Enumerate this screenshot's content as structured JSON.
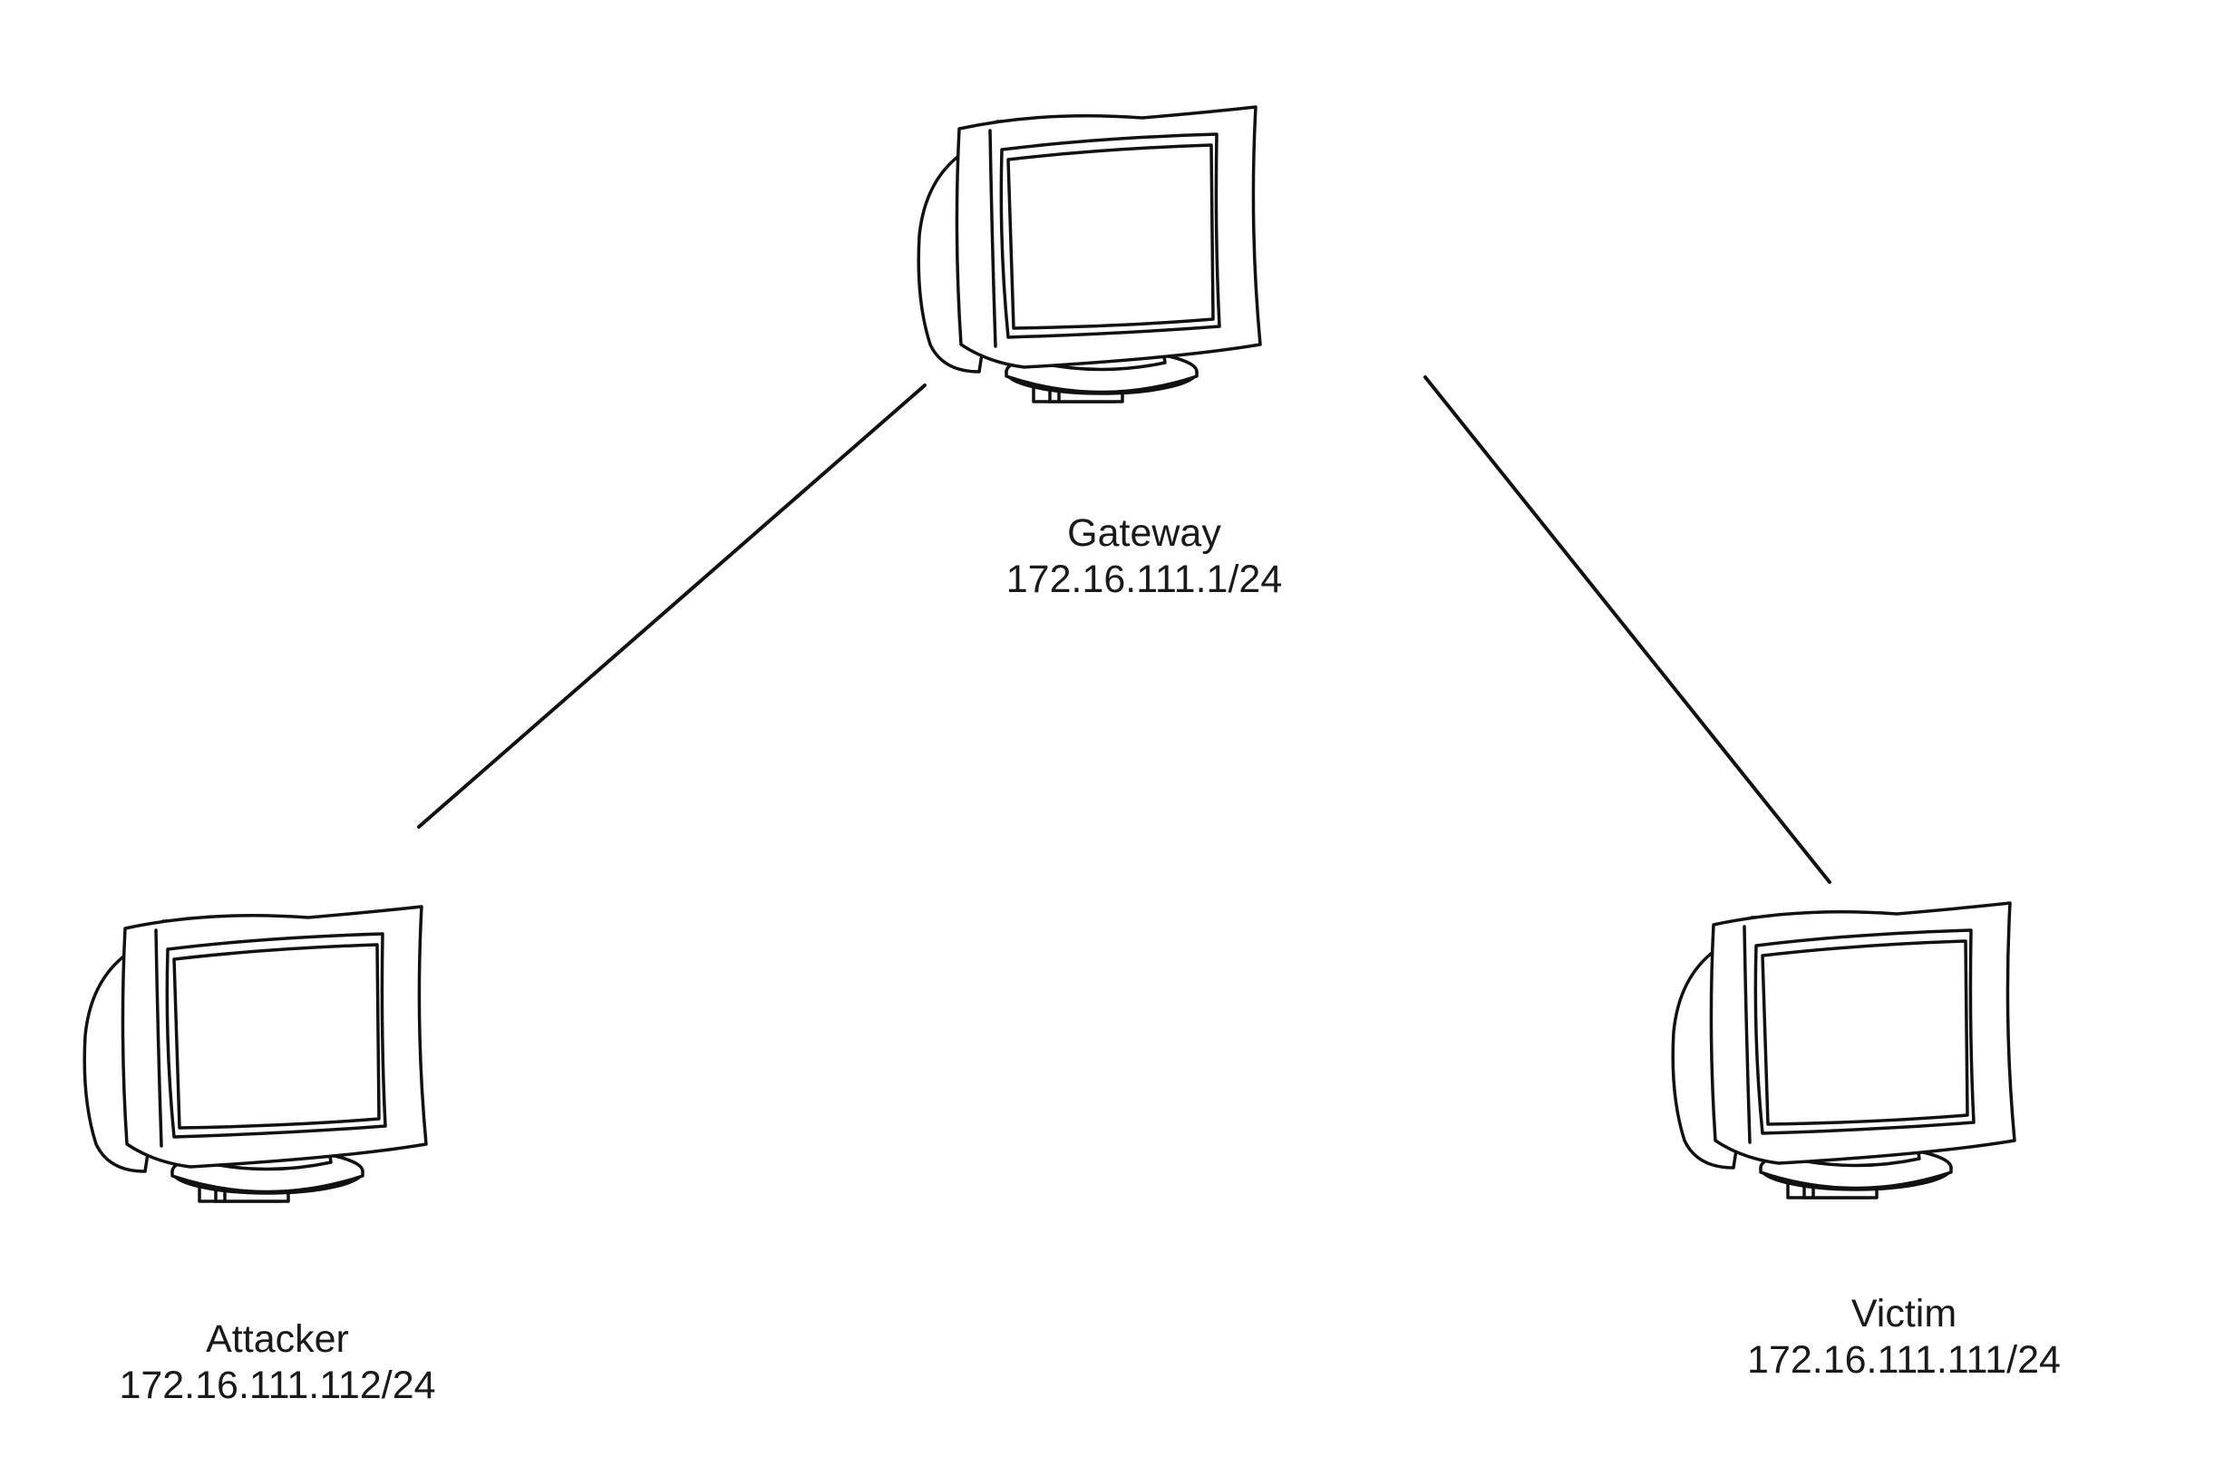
{
  "nodes": [
    {
      "id": "gateway",
      "name": "Gateway",
      "ip": "172.16.111.1/24",
      "icon": "desktop-computer-icon"
    },
    {
      "id": "attacker",
      "name": "Attacker",
      "ip": "172.16.111.112/24",
      "icon": "desktop-computer-icon"
    },
    {
      "id": "victim",
      "name": "Victim",
      "ip": "172.16.111.111/24",
      "icon": "desktop-computer-icon"
    }
  ],
  "links": [
    {
      "from": "gateway",
      "to": "attacker"
    },
    {
      "from": "gateway",
      "to": "victim"
    }
  ],
  "colors": {
    "line": "#111111",
    "background": "#ffffff"
  }
}
